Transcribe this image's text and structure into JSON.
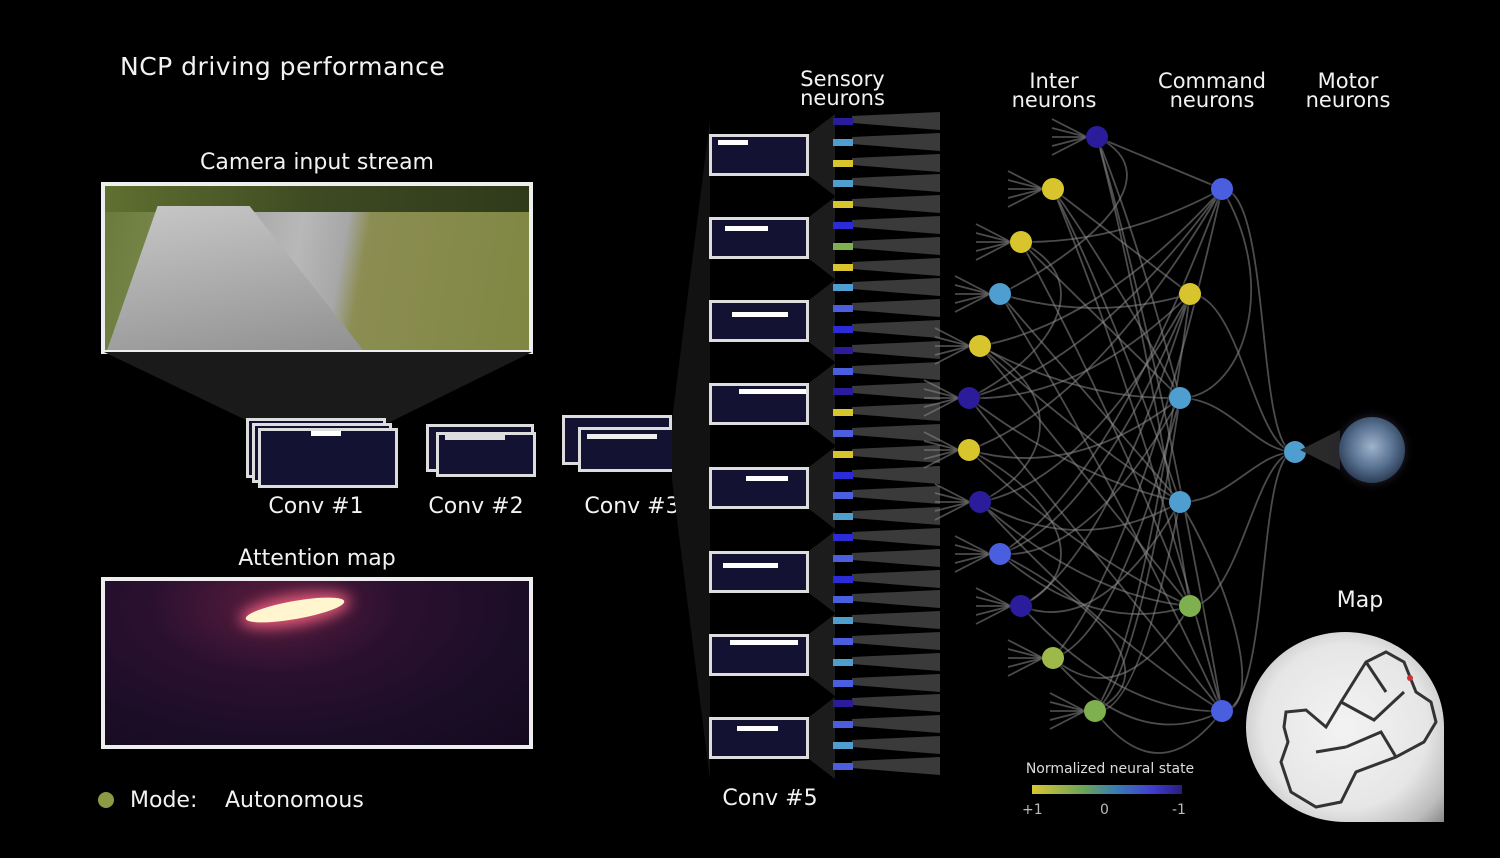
{
  "title": "NCP driving performance",
  "camera": {
    "label": "Camera input stream"
  },
  "attention": {
    "label": "Attention map"
  },
  "convs": {
    "c1": "Conv #1",
    "c2": "Conv #2",
    "c3": "Conv #3",
    "c5": "Conv #5"
  },
  "headers": {
    "sensory": [
      "Sensory",
      "neurons"
    ],
    "inter": [
      "Inter",
      "neurons"
    ],
    "command": [
      "Command",
      "neurons"
    ],
    "motor": [
      "Motor",
      "neurons"
    ]
  },
  "legend": {
    "title": "Normalized neural state",
    "ticks": [
      "+1",
      "0",
      "-1"
    ]
  },
  "map": {
    "label": "Map"
  },
  "mode": {
    "label": "Mode:",
    "value": "Autonomous"
  },
  "colors": {
    "yellow": "#d8c52e",
    "yellowgreen": "#9fb84a",
    "green": "#7fb04f",
    "lightblue": "#4f9ed0",
    "blue": "#4a5ee0",
    "darkblue": "#2b2bd8",
    "navy": "#2a1c9a"
  },
  "sensory_states": [
    "navy",
    "lightblue",
    "yellow",
    "lightblue",
    "yellow",
    "darkblue",
    "green",
    "yellow",
    "lightblue",
    "blue",
    "darkblue",
    "navy",
    "blue",
    "navy",
    "yellow",
    "blue",
    "yellow",
    "darkblue",
    "blue",
    "lightblue",
    "darkblue",
    "blue",
    "darkblue",
    "blue",
    "lightblue",
    "blue",
    "lightblue",
    "blue",
    "navy",
    "blue",
    "lightblue",
    "blue"
  ],
  "inter_states": [
    "navy",
    "yellow",
    "yellow",
    "lightblue",
    "yellow",
    "navy",
    "yellow",
    "navy",
    "blue",
    "navy",
    "yellowgreen",
    "green"
  ],
  "command_states": [
    "blue",
    "yellow",
    "lightblue",
    "lightblue",
    "green",
    "blue"
  ],
  "motor_states": [
    "lightblue"
  ]
}
